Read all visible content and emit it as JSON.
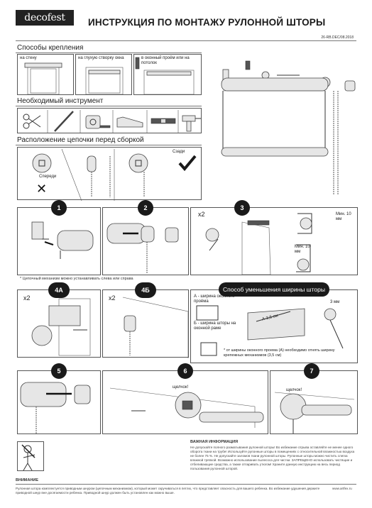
{
  "header": {
    "logo": "decofest",
    "title": "ИНСТРУКЦИЯ ПО МОНТАЖУ РУЛОННОЙ ШТОРЫ",
    "doc_code": "26-RB.DEC/08.2018"
  },
  "mounting": {
    "title": "Способы крепления",
    "options": [
      {
        "label": "на стену"
      },
      {
        "label": "на глухую створку окна"
      },
      {
        "label": "в оконный проём или на потолок"
      }
    ]
  },
  "tools": {
    "title": "Необходимый инструмент",
    "items": [
      "scissors-icon",
      "pencil-icon",
      "tape-measure-icon",
      "stapler-icon",
      "level-icon",
      "drill-icon"
    ]
  },
  "chain": {
    "title": "Расположение цепочки перед сборкой",
    "front_label": "Спереди",
    "back_label": "Сзади"
  },
  "steps": {
    "s1": "1",
    "s2": "2",
    "s3": "3",
    "s4a": "4А",
    "s4b": "4Б",
    "s5": "5",
    "s6": "6",
    "s7": "7",
    "x2_a": "x2",
    "x2_b": "x2",
    "x2_c": "x2"
  },
  "step1_note": "* Цепочный механизм можно устанавливать слева или справа",
  "step3": {
    "min_top": "Мин. 10 мм",
    "min_bottom": "Мин. 10 мм"
  },
  "width_reduce": {
    "title": "Способ уменьшения ширины шторы",
    "label_a": "А - ширина оконного проёма",
    "label_b": "Б - ширина шторы на оконной раме",
    "dim": "А-3,5 см",
    "dim_small": "3 мм",
    "note": "* от ширины оконного проема (А) необходимо отнять ширину крепежных механизмов (3,5 см)"
  },
  "click_labels": {
    "s6": "щелчок!",
    "s7": "щелчок!"
  },
  "important": {
    "title": "ВАЖНАЯ ИНФОРМАЦИЯ",
    "text": "Не допускайте полного разматывания рулонной шторы! Во избежание отрыва оставляйте не менее одного оборота ткани на трубе! Используйте рулонные шторы в помещениях с относительной влажностью воздуха не более 75 %. Не допускайте заломов ткани рулонной шторы. Рулонные шторы можно чистить слегка влажной тряпкой. Возможно использование пылесоса для чистки. ЗАПРЕЩЕНО использовать чистящие и отбеливающие средства, а также отпаривать утюгом! Храните данную инструкцию на весь период пользования рулонной шторой."
  },
  "warning": {
    "title": "ВНИМАНИЕ",
    "text": "Рулонная штора комплектуется приводным шнуром (цепочным механизмом), который может скручиваться в петлю, что представляет опасность для вашего ребенка. Во избежание удушения держите приводной шнур вне досягаемости ребенка. Приводной шнур должен быть установлен как можно выше.",
    "site": "www.artfex.ru"
  }
}
